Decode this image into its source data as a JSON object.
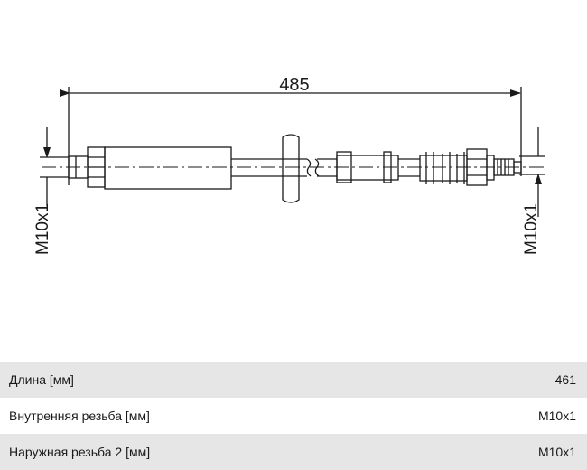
{
  "drawing": {
    "overall_length": "485",
    "left_thread": "M10x1",
    "right_thread": "M10x1"
  },
  "specs": [
    {
      "label": "Длина [мм]",
      "value": "461"
    },
    {
      "label": "Внутренняя резьба [мм]",
      "value": "M10x1"
    },
    {
      "label": "Наружная резьба 2 [мм]",
      "value": "M10x1"
    }
  ]
}
